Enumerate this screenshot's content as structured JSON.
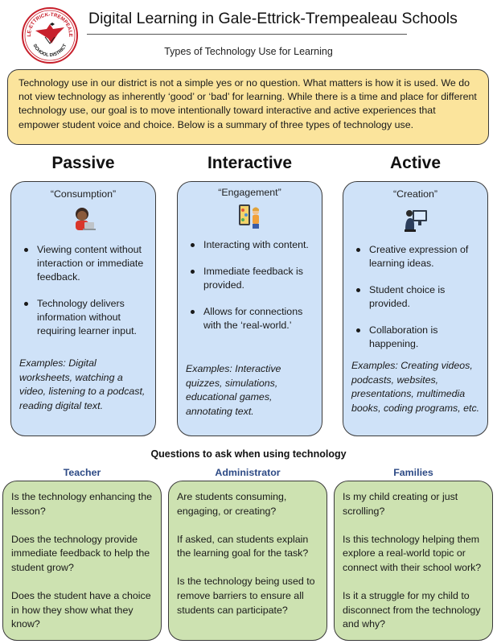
{
  "header": {
    "logo_text_top": "GALE-ETTRICK-TREMPEALEAU",
    "logo_text_bottom": "SCHOOL DISTRICT",
    "title": "Digital Learning in Gale-Ettrick-Trempealeau Schools",
    "subtitle": "Types of Technology Use for Learning"
  },
  "intro": {
    "text": "Technology use in our district is not a simple yes or no question.  What matters is how it is used.  We do not view technology as inherently ‘good’ or ‘bad’ for learning.  While there is a time and place for different technology use, our goal is to move intentionally toward interactive and active experiences that empower student voice and choice.  Below is a summary of three types of technology use."
  },
  "types": [
    {
      "heading": "Passive",
      "subheading": "“Consumption”",
      "icon": "student-laptop-icon",
      "bullets": [
        "Viewing content without interaction or immediate feedback.",
        "Technology delivers information without requiring learner input."
      ],
      "examples": "Examples:  Digital worksheets, watching a video, listening to a podcast, reading digital text."
    },
    {
      "heading": "Interactive",
      "subheading": "“Engagement”",
      "icon": "student-touchscreen-icon",
      "bullets": [
        "Interacting with content.",
        "Immediate feedback is provided.",
        "Allows for connections with the ‘real-world.’"
      ],
      "examples": "Examples:  Interactive quizzes, simulations, educational games, annotating text."
    },
    {
      "heading": "Active",
      "subheading": "“Creation”",
      "icon": "student-computer-creation-icon",
      "bullets": [
        "Creative expression of learning ideas.",
        "Student choice is provided.",
        "Collaboration is happening."
      ],
      "examples": "Examples: Creating videos, podcasts, websites, presentations, multimedia books, coding programs, etc."
    }
  ],
  "questions": {
    "title": "Questions to ask when using technology",
    "groups": [
      {
        "heading": "Teacher",
        "items": [
          "Is the technology enhancing the lesson?",
          "Does the technology provide immediate feedback to help the student grow?",
          "Does the student have a choice in how they show what they know?"
        ]
      },
      {
        "heading": "Administrator",
        "items": [
          "Are students consuming, engaging, or creating?",
          "If asked, can students explain the learning goal for the task?",
          "Is the technology being used to remove barriers to ensure all students can participate?"
        ]
      },
      {
        "heading": "Families",
        "items": [
          "Is my child creating or just scrolling?",
          "Is this technology helping them explore a real-world topic or connect with their school work?",
          "Is it a struggle for my child to disconnect from the technology and why?"
        ]
      }
    ]
  },
  "colors": {
    "intro_bg": "#fbe49c",
    "type_card_bg": "#cfe2f8",
    "question_card_bg": "#cde2b1",
    "question_heading": "#2d4a85",
    "logo_red": "#c8202c"
  }
}
